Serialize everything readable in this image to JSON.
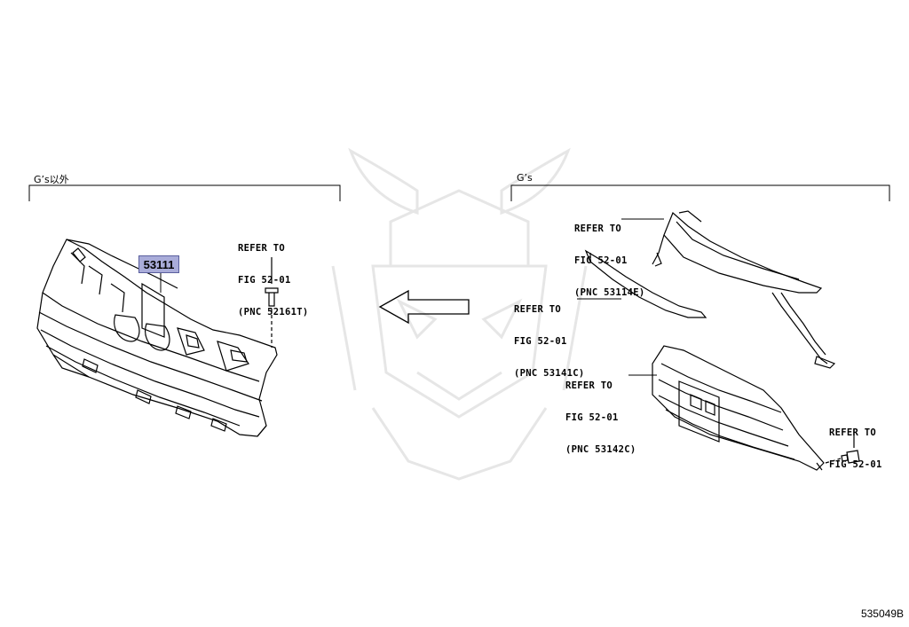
{
  "left_group": {
    "label": "G’s以外"
  },
  "right_group": {
    "label": "G’s"
  },
  "part_number": "53111",
  "callouts": {
    "ref_52161t": {
      "line1": "REFER TO",
      "line2": "FIG 52-01",
      "line3": "(PNC 52161T)"
    },
    "ref_53114e": {
      "line1": "REFER TO",
      "line2": "FIG 52-01",
      "line3": "(PNC 53114E)"
    },
    "ref_53141c": {
      "line1": "REFER TO",
      "line2": "FIG 52-01",
      "line3": "(PNC 53141C)"
    },
    "ref_53142c": {
      "line1": "REFER TO",
      "line2": "FIG 52-01",
      "line3": "(PNC 53142C)"
    },
    "ref_fig": {
      "line1": "REFER TO",
      "line2": "FIG 52-01"
    }
  },
  "diagram_code": "535049B",
  "colors": {
    "line": "#000000",
    "highlight": "#a9acd9",
    "watermark": "#e8e8e8"
  }
}
